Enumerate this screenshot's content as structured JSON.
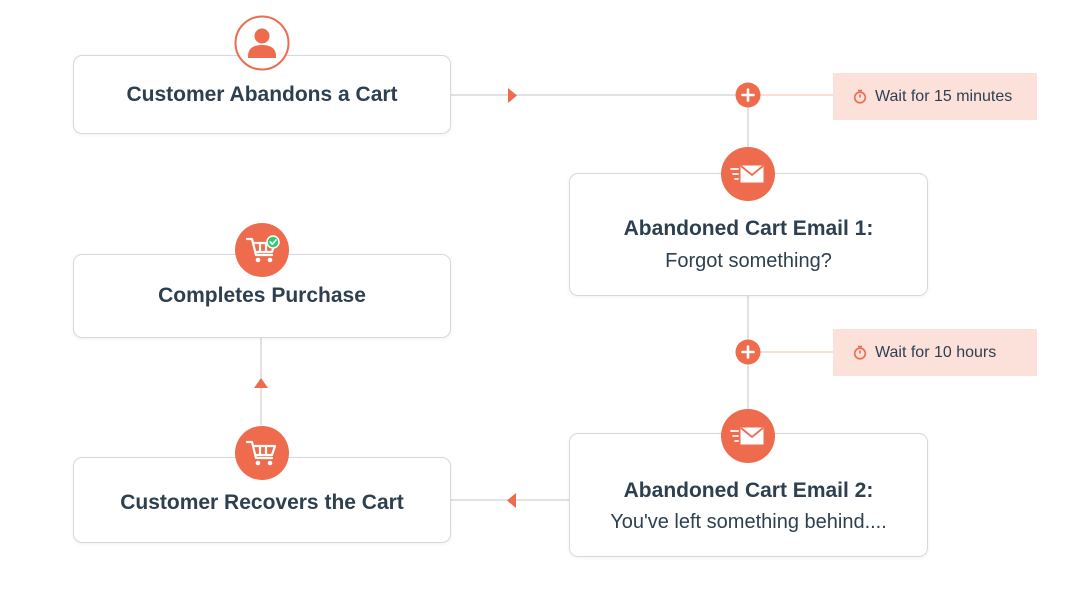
{
  "colors": {
    "accent": "#ee6b4d",
    "wait_bg": "#fbe1da",
    "text": "#2e3f4f",
    "line": "#d6d9dc",
    "check": "#2ecc71"
  },
  "nodes": {
    "abandon": {
      "label": "Customer Abandons a Cart",
      "icon": "person-icon"
    },
    "email1": {
      "title": "Abandoned Cart Email 1:",
      "subtitle": "Forgot something?",
      "icon": "email-icon"
    },
    "email2": {
      "title": "Abandoned Cart Email 2:",
      "subtitle": "You've left something behind....",
      "icon": "email-icon"
    },
    "recover": {
      "label": "Customer Recovers the Cart",
      "icon": "shopping-cart-icon"
    },
    "purchase": {
      "label": "Completes Purchase",
      "icon": "cart-check-icon"
    }
  },
  "waits": {
    "wait1": {
      "label": "Wait for 15 minutes",
      "icon": "stopwatch-icon"
    },
    "wait2": {
      "label": "Wait for 10 hours",
      "icon": "stopwatch-icon"
    }
  }
}
